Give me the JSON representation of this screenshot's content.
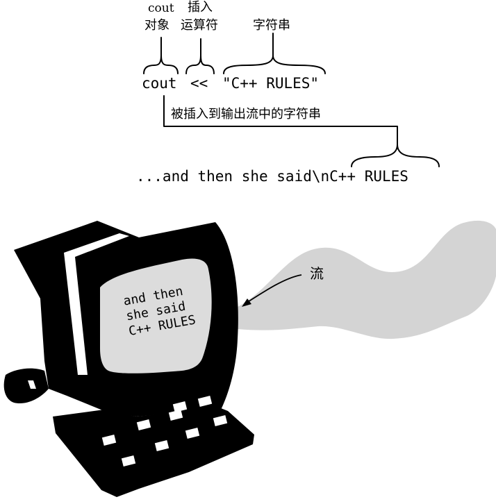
{
  "labels": {
    "cout_small": "cout",
    "object": "对象",
    "insert": "插入",
    "operator": "运算符",
    "string": "字符串",
    "code_cout": "cout",
    "code_op": "<<",
    "code_string": "\"C++ RULES\"",
    "inserted_caption": "被插入到输出流中的字符串",
    "output_line": "...and then she said\\nC++ RULES",
    "stream": "流"
  },
  "screen_text": {
    "line1": "and then",
    "line2": "she said",
    "line3": "C++ RULES"
  },
  "colors": {
    "ink": "#000000",
    "stream_fill": "#d4d4d4",
    "screen_fill": "#dcdcdc",
    "background": "#ffffff"
  }
}
